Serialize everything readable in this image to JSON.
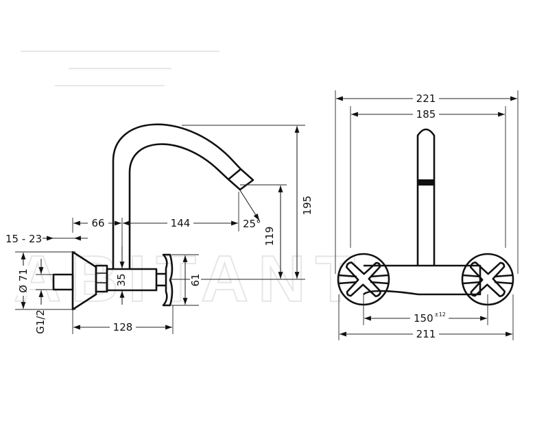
{
  "watermark": "ABITANT",
  "dimensions": {
    "overall_width_plate": "221",
    "inner_width_spout_area": "185",
    "height_total": "195",
    "height_outlet": "119",
    "spout_reach": "144",
    "wall_to_spout": "66",
    "angle": "25°",
    "wall_clearance": "15 - 23",
    "flange_diameter": "Ø 71",
    "thread": "G1/2",
    "body_depth": "128",
    "body_height": "35",
    "handle_height": "61",
    "centers": "150",
    "centers_tolerance": "±12",
    "overall_width_handles": "211"
  }
}
